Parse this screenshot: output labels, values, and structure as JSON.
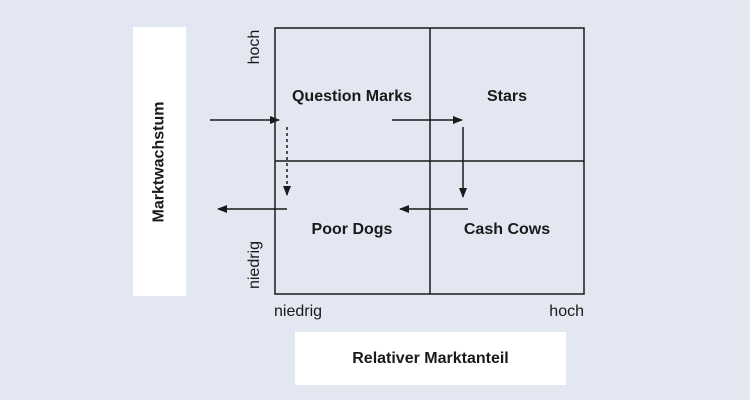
{
  "axes": {
    "y_title": "Marktwachstum",
    "x_title": "Relativer Marktanteil",
    "y_high": "hoch",
    "y_low": "niedrig",
    "x_low": "niedrig",
    "x_high": "hoch"
  },
  "quadrants": {
    "top_left": "Question Marks",
    "top_right": "Stars",
    "bottom_left": "Poor Dogs",
    "bottom_right": "Cash Cows"
  }
}
